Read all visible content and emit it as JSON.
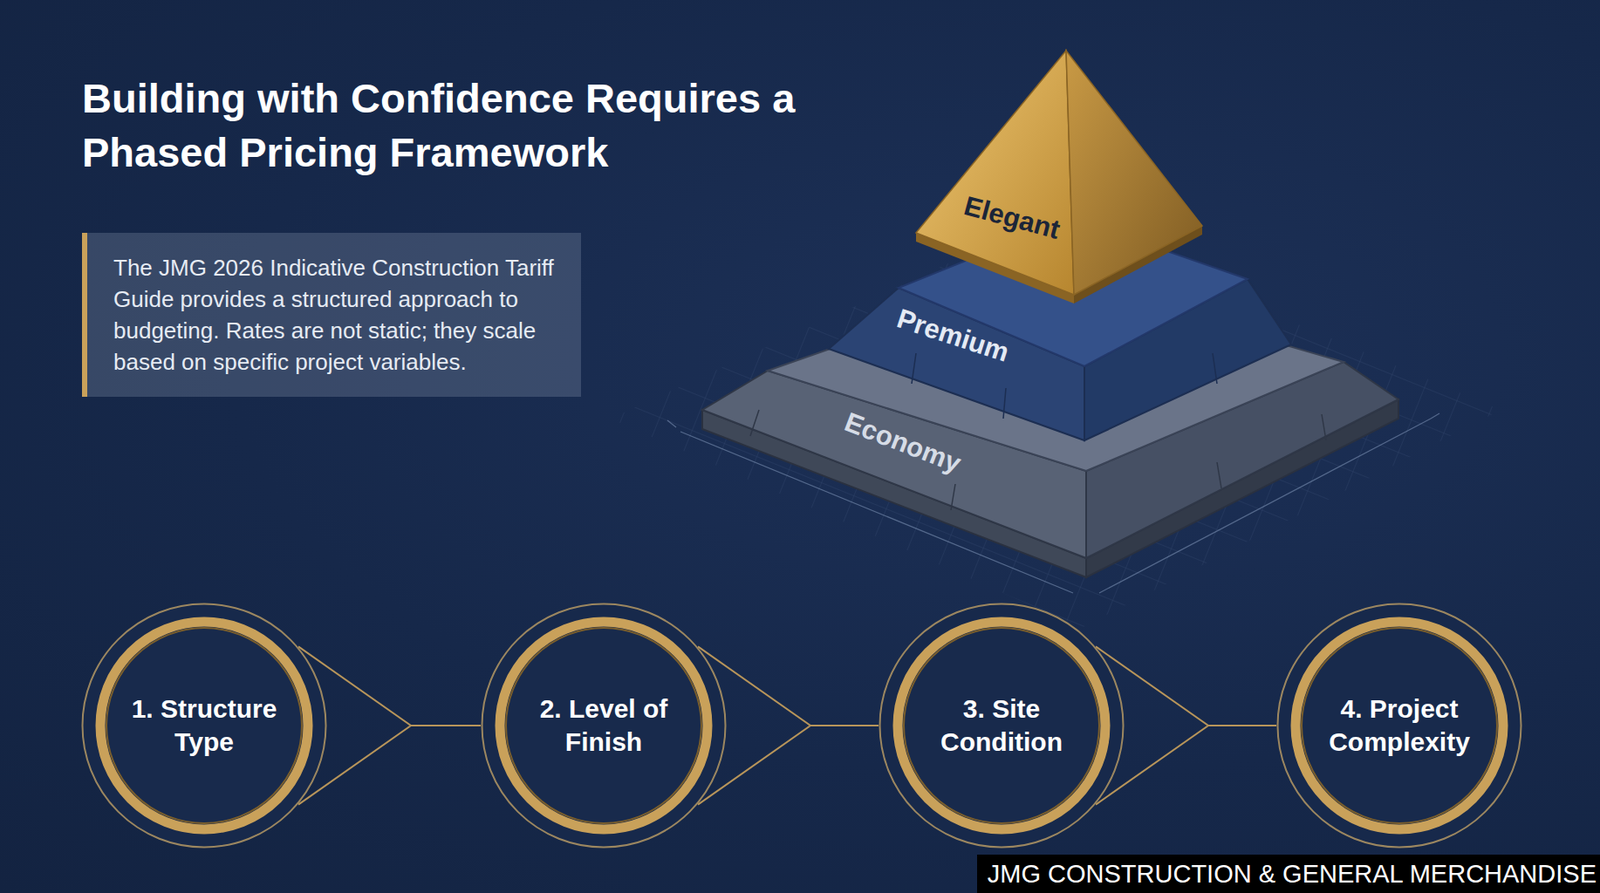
{
  "diagram": {
    "title": "Building with Confidence Requires a Phased Pricing Framework",
    "nodes": [
      {
        "text": [
          "The JMG 2026 Indicative Construction Tariff Guide provides a structured approach to budgeting. Rates are not static; they scale based on specific project variables."
        ]
      },
      {
        "text": [
          "Elegant"
        ]
      },
      {
        "text": [
          "Premium"
        ]
      },
      {
        "text": [
          "Economy"
        ]
      },
      {
        "text": [
          "1. Structure Type"
        ]
      },
      {
        "text": [
          "2. Level of Finish"
        ]
      },
      {
        "text": [
          "3. Site Condition"
        ]
      },
      {
        "text": [
          "4. Project Complexity"
        ]
      }
    ],
    "edges": [
      {
        "from": 4,
        "to": 5,
        "arrow": "none"
      },
      {
        "from": 5,
        "to": 6,
        "arrow": "none"
      },
      {
        "from": 6,
        "to": 7,
        "arrow": "none"
      }
    ],
    "labels": [
      "JMG CONSTRUCTION & GENERAL MERCHANDISE"
    ]
  }
}
